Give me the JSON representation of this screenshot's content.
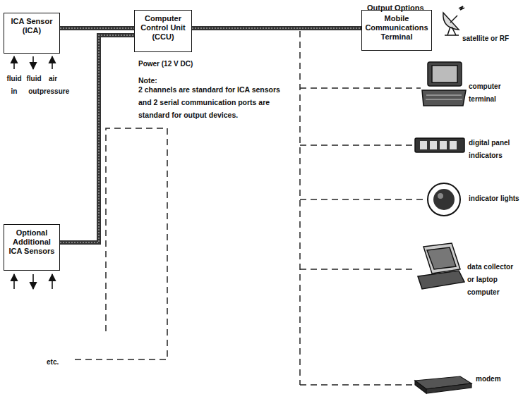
{
  "diagram": {
    "nodes": [
      {
        "text": [
          "ICA Sensor (ICA)"
        ]
      },
      {
        "text": [
          "Computer Control Unit (CCU)"
        ]
      },
      {
        "text": [
          "Mobile Communications Terminal"
        ]
      },
      {
        "text": [
          "Optional Additional ICA Sensors"
        ]
      }
    ],
    "edges": [
      {
        "from": 0,
        "to": 1,
        "arrow": "none"
      },
      {
        "from": 1,
        "to": 2,
        "arrow": "none"
      },
      {
        "from": 3,
        "to": 1,
        "arrow": "none"
      }
    ],
    "labels": [
      "Output Options",
      "fluid in",
      "fluid out",
      "air pressure",
      "Power (12 V DC)",
      "Note:",
      "2 channels are standard for ICA sensors and 2 serial communication ports are standard for output devices.",
      "satellite or RF",
      "computer terminal",
      "digital panel indicators",
      "indicator lights",
      "data collector or laptop computer",
      "modem",
      "etc."
    ]
  }
}
